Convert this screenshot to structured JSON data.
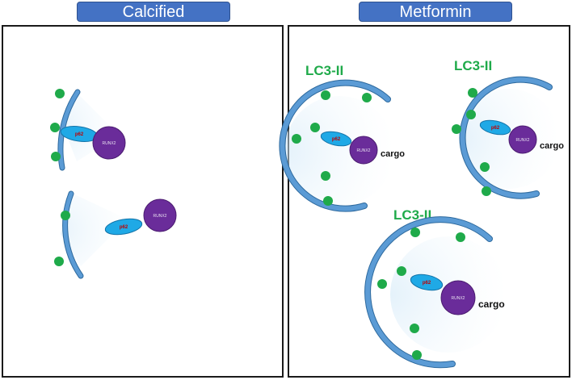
{
  "headers": {
    "left": "Calcified",
    "right": "Metformin"
  },
  "labels": {
    "lc3": "LC3-II",
    "cargo": "cargo",
    "p62": "p62",
    "runx2": "RUNX2"
  },
  "colors": {
    "header_fill": "#4472c4",
    "membrane": "#5b9bd5",
    "membrane_edge": "#2e6a9e",
    "lc3_dot": "#1faa4a",
    "p62_fill": "#1fa9e6",
    "runx2_fill": "#6a2c9a",
    "lc3_text": "#1faa4a"
  }
}
